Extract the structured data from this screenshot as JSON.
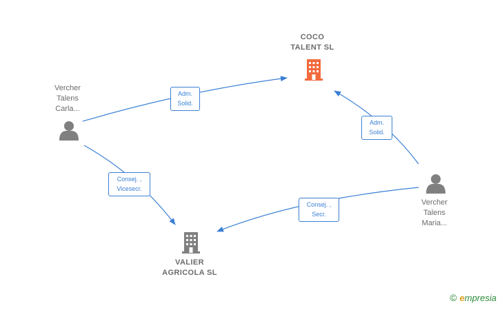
{
  "nodes": {
    "coco": {
      "label": "COCO\nTALENT SL",
      "type": "company",
      "color": "#f26a3c"
    },
    "valier": {
      "label": "VALIER\nAGRICOLA SL",
      "type": "company",
      "color": "#808080"
    },
    "carla": {
      "label": "Vercher\nTalens\nCarla...",
      "type": "person",
      "color": "#808080"
    },
    "maria": {
      "label": "Vercher\nTalens\nMaria...",
      "type": "person",
      "color": "#808080"
    }
  },
  "edges": {
    "carla_coco": "Adm.\nSolid.",
    "maria_coco": "Adm.\nSolid.",
    "carla_valier": "Consej. ,\nVicesecr.",
    "maria_valier": "Consej. ,\nSecr."
  },
  "colors": {
    "edge": "#3a7fd5"
  },
  "brand": {
    "copyright": "©",
    "e_letter": "e",
    "name": "mpresia"
  }
}
